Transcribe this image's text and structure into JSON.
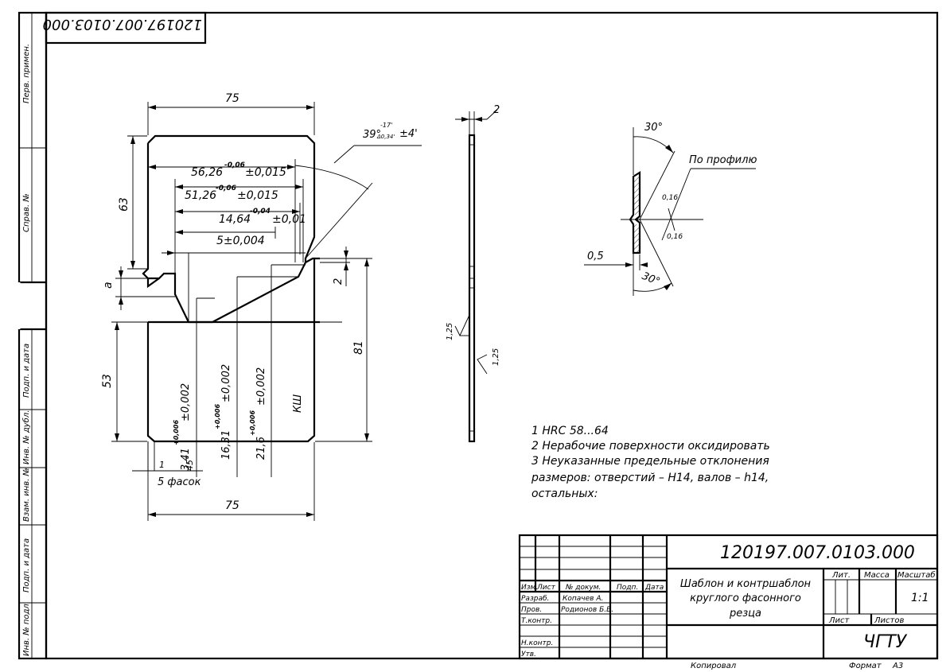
{
  "drawing_number": "120197.007.0103.000",
  "drawing_number_rotated": "120197.007.0103.000",
  "side_strip": [
    "Перв. примен.",
    "Справ. №",
    "Подп. и дата",
    "Инв. № дубл.",
    "Взам. инв. №",
    "Подп. и дата",
    "Инв. № подл."
  ],
  "dimensions": {
    "width_top": "75",
    "width_bottom": "75",
    "height_left": "63",
    "height_53": "53",
    "height_81": "81",
    "a_label": "a",
    "d56": "56,26",
    "d56_tol_upper": "-0,06",
    "d56_tol": "±0,015",
    "d51": "51,26",
    "d51_tol_upper": "-0,06",
    "d51_tol": "±0,015",
    "d14": "14,64",
    "d14_tol_upper": "-0,04",
    "d14_tol": "±0,01",
    "d5": "5±0,004",
    "d2": "2",
    "angle39": "39°",
    "angle39_tol_upper": "-17'",
    "angle39_tol_lower": "Δ0,34'",
    "angle39_tol": "±4'",
    "v1": "3,41",
    "v1_tol": "+0,006",
    "v1_sym": "±0,002",
    "v2": "16,31",
    "v2_tol": "+0,006",
    "v2_sym": "±0,002",
    "v3": "21,6",
    "v3_tol": "+0,006",
    "v3_sym": "±0,002",
    "ksh": "КШ",
    "chamfer": "5 фасок",
    "chamfer_1": "1",
    "chamfer_45": "45°"
  },
  "side_view": {
    "thickness": "2",
    "rough_a": "1,25",
    "rough_b": "1,25"
  },
  "detail": {
    "angle30": "30°",
    "angle30b": "30°",
    "profile": "По профилю",
    "r1": "0,16",
    "r2": "0,16",
    "w": "0,5"
  },
  "notes": [
    "1  HRC 58...64",
    "2  Нерабочие поверхности оксидировать",
    "3  Неуказанные предельные отклонения",
    "    размеров: отверстий – Н14, валов – h14,",
    "    остальных:"
  ],
  "title_block": {
    "title_lines": [
      "Шаблон и контршаблон",
      "круглого фасонного",
      "резца"
    ],
    "rows_header": [
      "Изм.",
      "Лист",
      "№ докум.",
      "Подп.",
      "Дата"
    ],
    "roles": [
      "Разраб.",
      "Пров.",
      "Т.контр.",
      "",
      "Н.контр.",
      "Утв."
    ],
    "names": [
      "Копачев А.",
      "Родионов Б.В."
    ],
    "lit": "Лит.",
    "mass": "Масса",
    "scale": "Масштаб",
    "scale_value": "1:1",
    "sheet": "Лист",
    "sheets": "Листов",
    "org": "ЧГТУ"
  },
  "footer": {
    "copied": "Копировал",
    "format": "Формат",
    "format_value": "А3"
  }
}
